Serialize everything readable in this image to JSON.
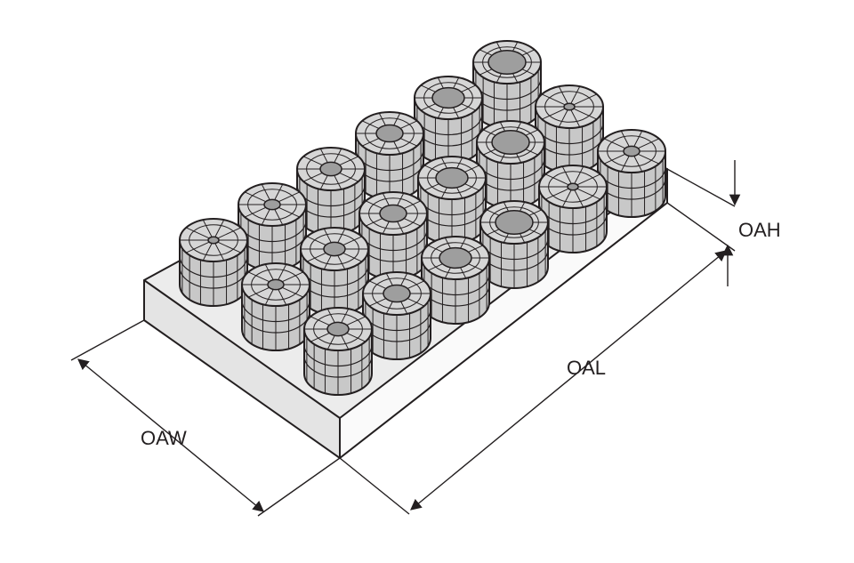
{
  "diagram": {
    "dimensions": {
      "length_label": "OAL",
      "width_label": "OAW",
      "height_label": "OAH"
    },
    "collets": {
      "rows": 3,
      "columns": 6,
      "count": 18
    },
    "colors": {
      "line": "#231f20",
      "block_top": "#ececec",
      "block_front": "#e4e4e4",
      "block_side": "#fafafa",
      "collet_body": "#c8c8c8",
      "collet_top": "#d6d6d6",
      "collet_bore": "#9e9e9e"
    }
  }
}
